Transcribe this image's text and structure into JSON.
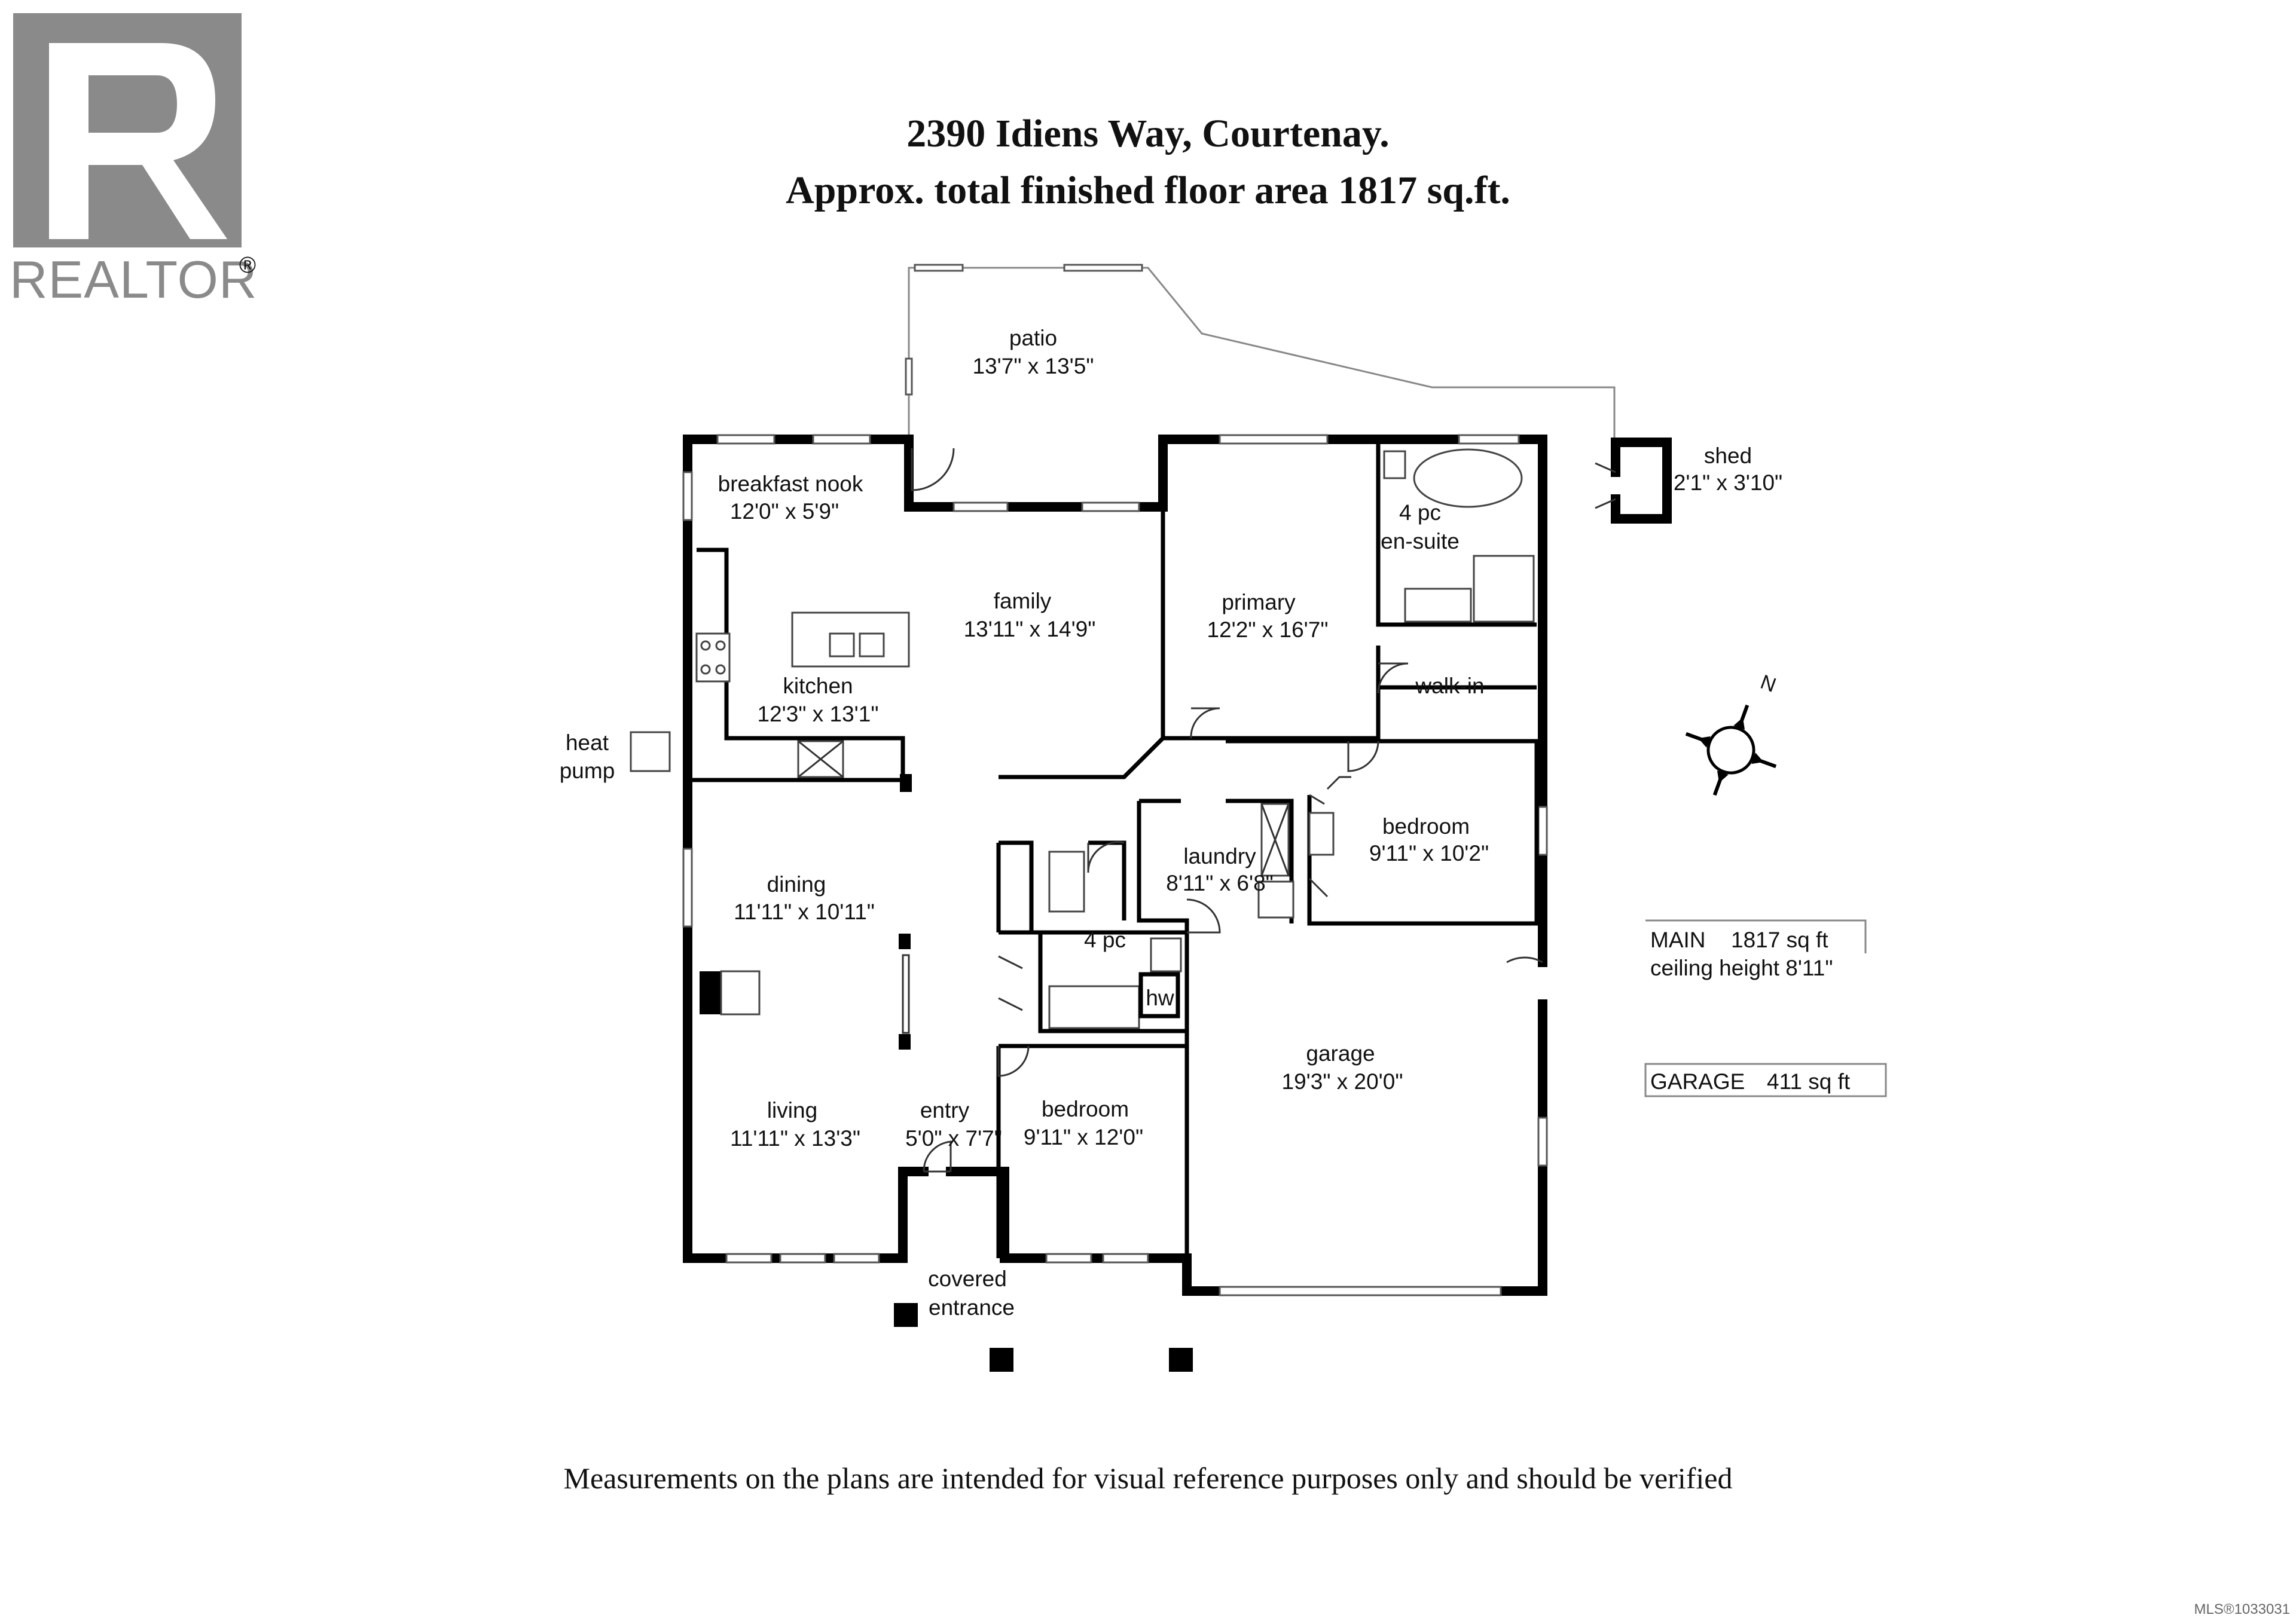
{
  "logo": {
    "name": "realtor-logo",
    "word": "REALTOR",
    "mark": "®"
  },
  "title": {
    "line1": "2390 Idiens Way, Courtenay.",
    "line2": "Approx. total finished floor area 1817 sq.ft."
  },
  "rooms": {
    "patio": {
      "name": "patio",
      "dims": "13'7\" x 13'5\""
    },
    "shed": {
      "name": "shed",
      "dims": "2'1\" x 3'10\""
    },
    "nook": {
      "name": "breakfast nook",
      "dims": "12'0\" x 5'9\""
    },
    "ensuite": {
      "name": "4 pc",
      "name2": "en-suite"
    },
    "family": {
      "name": "family",
      "dims": "13'11\" x 14'9\""
    },
    "primary": {
      "name": "primary",
      "dims": "12'2\" x 16'7\""
    },
    "kitchen": {
      "name": "kitchen",
      "dims": "12'3\" x 13'1\""
    },
    "walkin": {
      "name": "walk-in"
    },
    "heatpump": {
      "name": "heat",
      "name2": "pump"
    },
    "bedroom2": {
      "name": "bedroom",
      "dims": "9'11\" x 10'2\""
    },
    "laundry": {
      "name": "laundry",
      "dims": "8'11\" x 6'8\""
    },
    "dining": {
      "name": "dining",
      "dims": "11'11\" x 10'11\""
    },
    "bath": {
      "name": "4 pc"
    },
    "hw": {
      "name": "hw"
    },
    "garage": {
      "name": "garage",
      "dims": "19'3\" x 20'0\""
    },
    "living": {
      "name": "living",
      "dims": "11'11\" x 13'3\""
    },
    "entry": {
      "name": "entry",
      "dims": "5'0\" x 7'7\""
    },
    "bedroom1": {
      "name": "bedroom",
      "dims": "9'11\" x 12'0\""
    },
    "covered": {
      "name": "covered",
      "name2": "entrance"
    }
  },
  "info": {
    "main_label": "MAIN",
    "main_area": "1817 sq ft",
    "ceiling": "ceiling height 8'11\"",
    "garage_label": "GARAGE",
    "garage_area": "411 sq ft"
  },
  "compass": {
    "north": "N"
  },
  "disclaimer": "Measurements on the plans are intended for visual reference purposes only and should be verified",
  "mls": "MLS®1033031"
}
